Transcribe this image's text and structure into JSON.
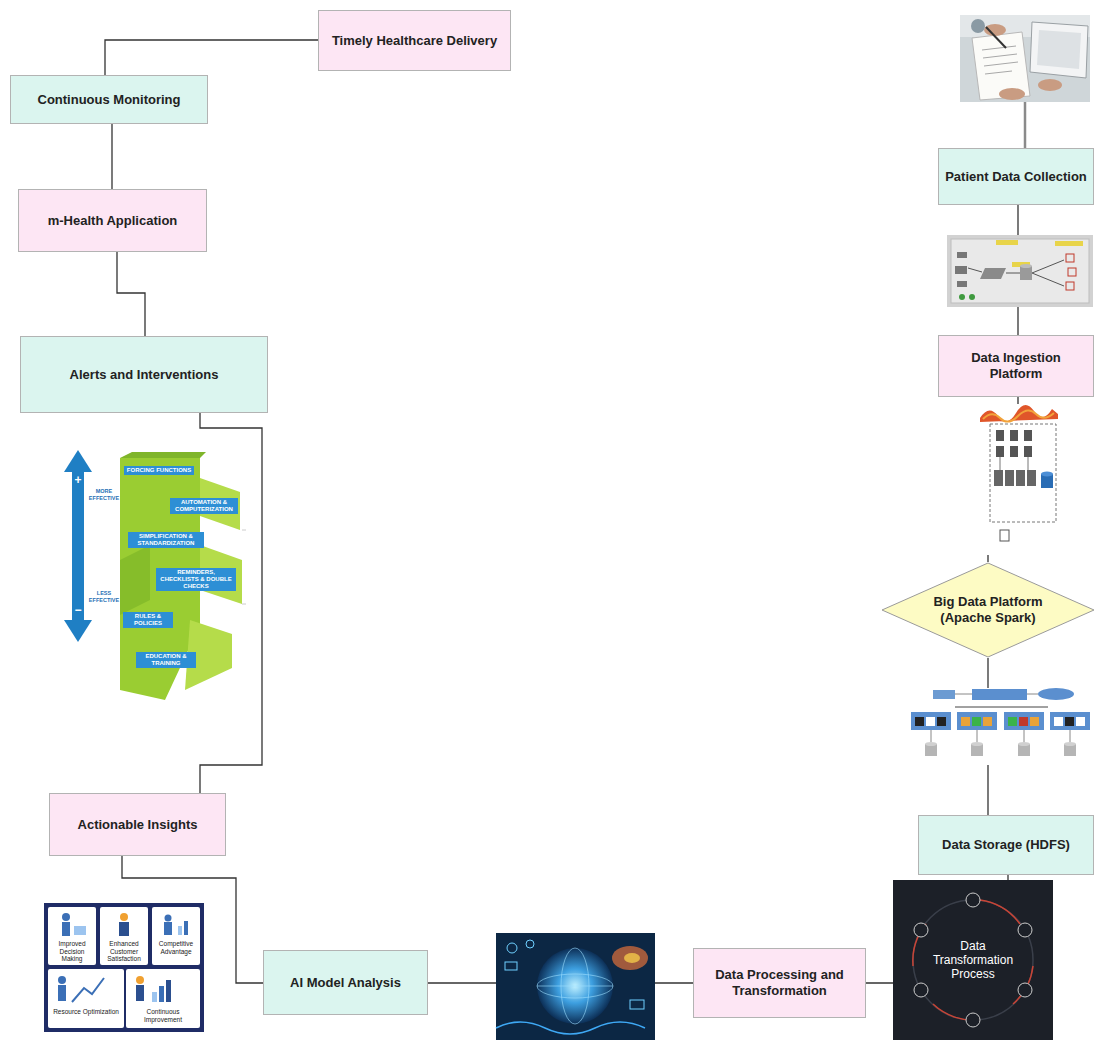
{
  "diagram": {
    "nodes": [
      {
        "text": [
          "Patient Data Collection"
        ]
      },
      {
        "text": [
          "Data Ingestion Platform"
        ]
      },
      {
        "text": [
          "Big Data Platform (Apache Spark)"
        ]
      },
      {
        "text": [
          "Data Storage (HDFS)"
        ]
      },
      {
        "text": [
          "Data Processing and Transformation"
        ]
      },
      {
        "text": [
          "AI Model Analysis"
        ]
      },
      {
        "text": [
          "Actionable Insights"
        ]
      },
      {
        "text": [
          "Alerts and Interventions"
        ]
      },
      {
        "text": [
          "m-Health Application"
        ]
      },
      {
        "text": [
          "Continuous Monitoring"
        ]
      },
      {
        "text": [
          "Timely Healthcare Delivery"
        ]
      }
    ],
    "edges": [
      {
        "from": 0,
        "to": 1,
        "arrow": "none"
      },
      {
        "from": 1,
        "to": 2,
        "arrow": "none"
      },
      {
        "from": 2,
        "to": 3,
        "arrow": "none"
      },
      {
        "from": 3,
        "to": 4,
        "arrow": "none"
      },
      {
        "from": 4,
        "to": 5,
        "arrow": "none"
      },
      {
        "from": 5,
        "to": 6,
        "arrow": "none"
      },
      {
        "from": 6,
        "to": 7,
        "arrow": "none"
      },
      {
        "from": 7,
        "to": 8,
        "arrow": "none"
      },
      {
        "from": 8,
        "to": 9,
        "arrow": "none"
      },
      {
        "from": 9,
        "to": 10,
        "arrow": "none"
      }
    ],
    "labels": [
      "FORCING FUNCTIONS",
      "AUTOMATION & COMPUTERIZATION",
      "SIMPLIFICATION & STANDARDIZATION",
      "REMINDERS, CHECKLISTS & DOUBLE CHECKS",
      "RULES & POLICIES",
      "EDUCATION & TRAINING",
      "+",
      "MORE EFFECTIVE",
      "−",
      "LESS EFFECTIVE",
      "Improved Decision Making",
      "Enhanced Customer Satisfaction",
      "Competitive Advantage",
      "Resource Optimization",
      "Continuous Improvement",
      "Data Transformation Process"
    ]
  }
}
